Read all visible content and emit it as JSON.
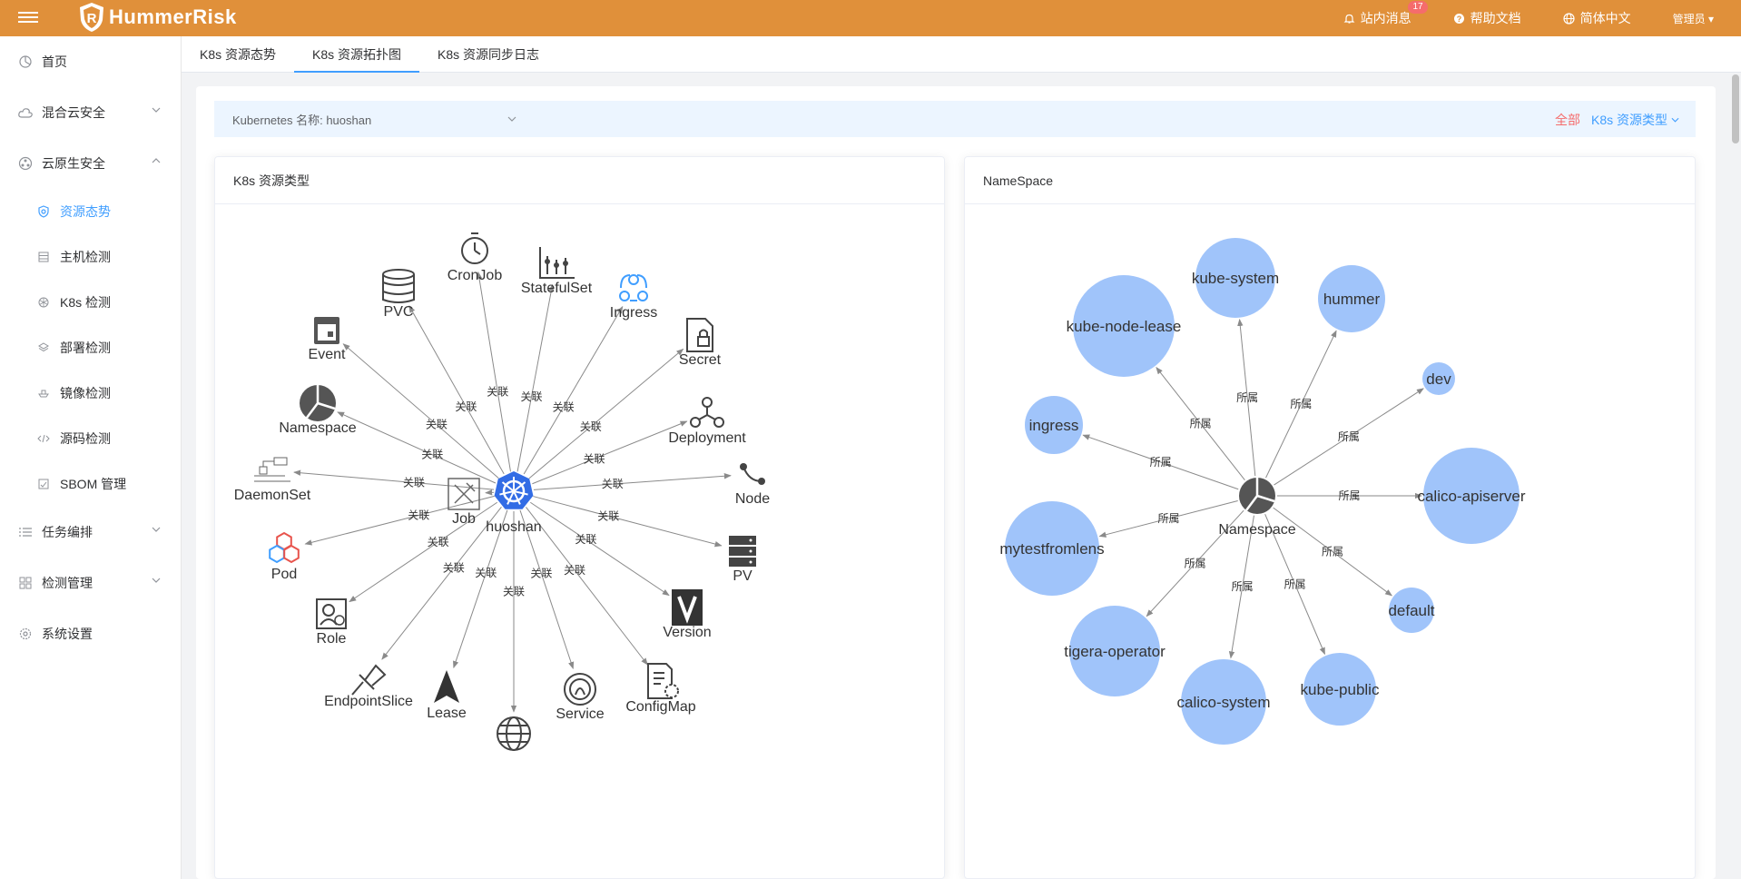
{
  "header": {
    "app_name": "HummerRisk",
    "messages_label": "站内消息",
    "messages_count": "17",
    "help_label": "帮助文档",
    "language_label": "简体中文",
    "user_label": "管理员"
  },
  "sidebar": {
    "items": [
      {
        "label": "首页",
        "icon": "dashboard-icon"
      },
      {
        "label": "混合云安全",
        "icon": "cloud-icon"
      },
      {
        "label": "云原生安全",
        "icon": "cluster-icon"
      },
      {
        "label": "任务编排",
        "icon": "list-icon"
      },
      {
        "label": "检测管理",
        "icon": "grid-icon"
      },
      {
        "label": "系统设置",
        "icon": "settings-icon"
      }
    ],
    "sub_items": [
      {
        "label": "资源态势",
        "icon": "shield-icon"
      },
      {
        "label": "主机检测",
        "icon": "server-icon"
      },
      {
        "label": "K8s 检测",
        "icon": "k8s-icon"
      },
      {
        "label": "部署检测",
        "icon": "layers-icon"
      },
      {
        "label": "镜像检测",
        "icon": "ship-icon"
      },
      {
        "label": "源码检测",
        "icon": "code-icon"
      },
      {
        "label": "SBOM 管理",
        "icon": "sbom-icon"
      }
    ]
  },
  "tabs": [
    "K8s 资源态势",
    "K8s 资源拓扑图",
    "K8s 资源同步日志"
  ],
  "filter": {
    "cluster_label": "Kubernetes 名称: huoshan",
    "all_label": "全部",
    "type_label": "K8s 资源类型"
  },
  "colors": {
    "accent": "#409eff",
    "header": "#e0903a",
    "bubble": "#a0c4fa",
    "alert": "#f56c6c"
  },
  "left_card": {
    "title": "K8s 资源类型",
    "center": "huoshan",
    "edge_label": "关联",
    "nodes": [
      "CronJob",
      "StatefulSet",
      "Ingress",
      "Secret",
      "Deployment",
      "Node",
      "PV",
      "Version",
      "ConfigMap",
      "Service",
      "",
      "Lease",
      "EndpointSlice",
      "Role",
      "Pod",
      "DaemonSet",
      "Namespace",
      "Event",
      "PVC",
      "Job"
    ]
  },
  "right_card": {
    "title": "NameSpace",
    "center": "Namespace",
    "edge_label": "所属",
    "nodes": [
      "kube-system",
      "hummer",
      "dev",
      "calico-apiserver",
      "default",
      "kube-public",
      "calico-system",
      "tigera-operator",
      "mytestfromlens",
      "ingress",
      "kube-node-lease"
    ]
  }
}
